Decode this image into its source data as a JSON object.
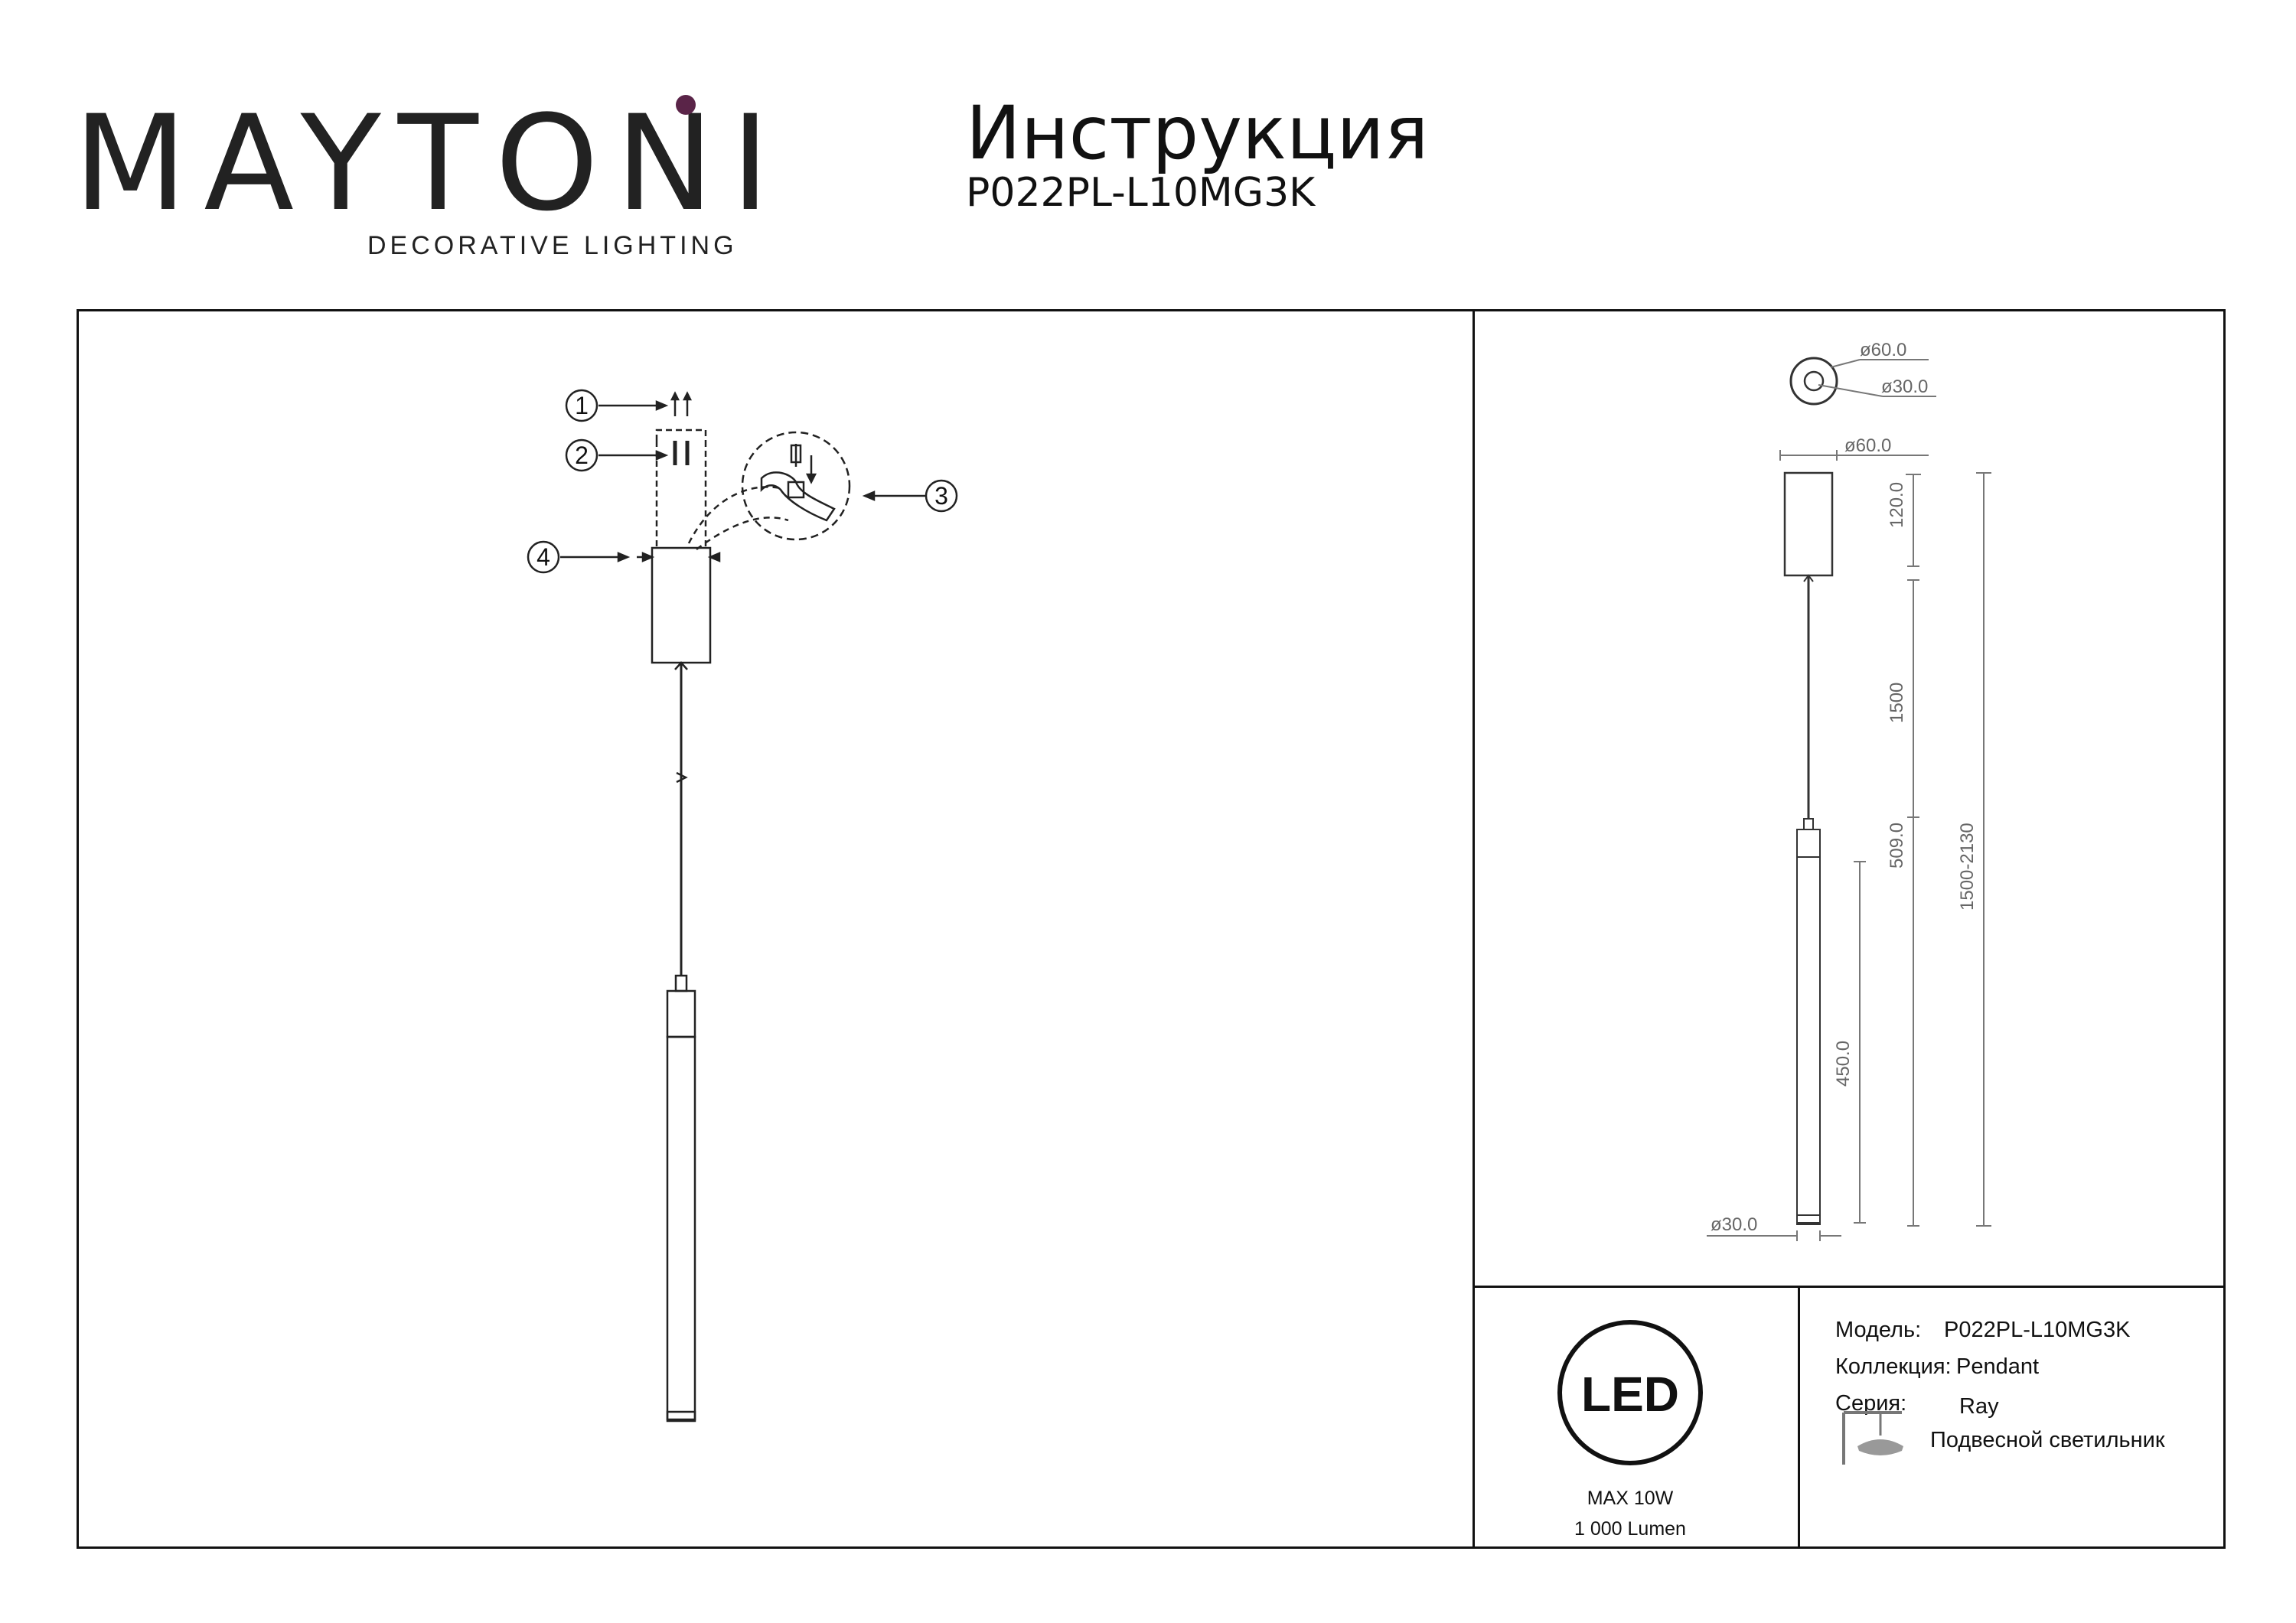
{
  "header": {
    "brand": "MAYTONI",
    "tagline": "DECORATIVE LIGHTING",
    "title": "Инструкция",
    "model_code": "P022PL-L10MG3K",
    "brand_accent_color": "#5a2448"
  },
  "assembly": {
    "callouts": [
      "1",
      "2",
      "3",
      "4"
    ]
  },
  "dimensions": {
    "canopy_top_diameter": "ø60.0",
    "canopy_hole_diameter": "ø30.0",
    "canopy_diameter": "ø60.0",
    "canopy_height": "120.0",
    "cable_length": "1500",
    "body_length": "509.0",
    "total_height": "1500-2130",
    "lamp_length": "450.0",
    "lamp_diameter": "ø30.0"
  },
  "badge": {
    "text": "LED",
    "power": "MAX 10W",
    "flux": "1 000 Lumen"
  },
  "specs": {
    "model_label": "Модель:",
    "model_value": "P022PL-L10MG3K",
    "collection_label": "Коллекция:",
    "collection_value": "Pendant",
    "series_label": "Серия:",
    "series_value": "Ray",
    "type_value": "Подвесной светильник",
    "type_icon": "pendant-lamp-icon"
  }
}
